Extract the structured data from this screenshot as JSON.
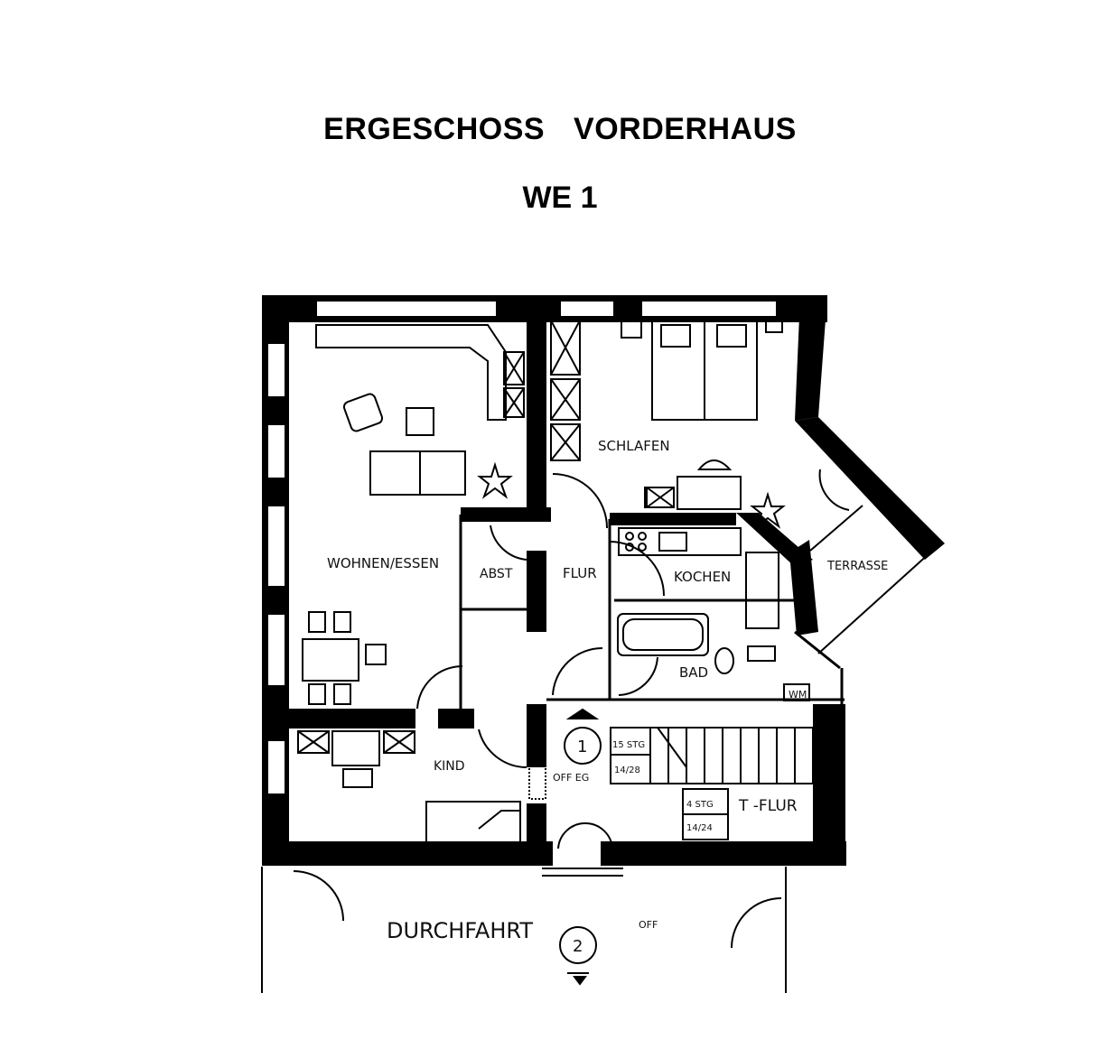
{
  "header": {
    "title": "ERGESCHOSS VORDERHAUS",
    "unit": "WE 1"
  },
  "rooms": {
    "wohnen": "WOHNEN/ESSEN",
    "schlafen": "SCHLAFEN",
    "abst": "ABST",
    "flur": "FLUR",
    "kochen": "KOCHEN",
    "terrasse": "TERRASSE",
    "bad": "BAD",
    "wm": "WM",
    "kind": "KIND",
    "tflur": "T -FLUR",
    "durchfahrt": "DURCHFAHRT"
  },
  "annotations": {
    "marker1": "1",
    "marker2": "2",
    "off_eg": "OFF EG",
    "off": "OFF",
    "stg_upper_count": "15 STG",
    "stg_upper_dim": "14/28",
    "stg_lower_count": "4 STG",
    "stg_lower_dim": "14/24"
  },
  "icons": {
    "plan": "floor-plan-drawing"
  }
}
